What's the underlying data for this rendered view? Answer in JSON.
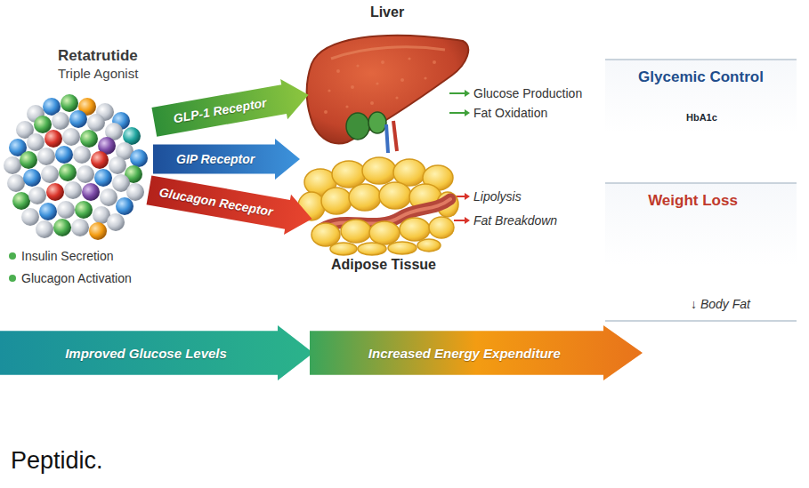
{
  "diagram": {
    "nodes": [
      {
        "text": [
          "Retatrutide",
          "Triple Agonist"
        ]
      },
      {
        "text": [
          "GLP-1 Receptor"
        ]
      },
      {
        "text": [
          "GIP Receptor"
        ]
      },
      {
        "text": [
          "Glucagon Receptor"
        ]
      },
      {
        "text": [
          "Liver"
        ]
      },
      {
        "text": [
          "Adipose Tissue"
        ]
      },
      {
        "text": [
          "Glycemic Control",
          "HbA1c"
        ]
      },
      {
        "text": [
          "Weight Loss"
        ]
      },
      {
        "text": [
          "Improved Glucose Levels"
        ]
      },
      {
        "text": [
          "Increased Energy Expenditure"
        ]
      }
    ],
    "labels": [
      "Insulin Secretion",
      "Glucagon Activation",
      "Glucose Production",
      "Fat Oxidation",
      "Lipolysis",
      "Fat Breakdown",
      "↓ Body Fat",
      "Peptidic."
    ]
  }
}
